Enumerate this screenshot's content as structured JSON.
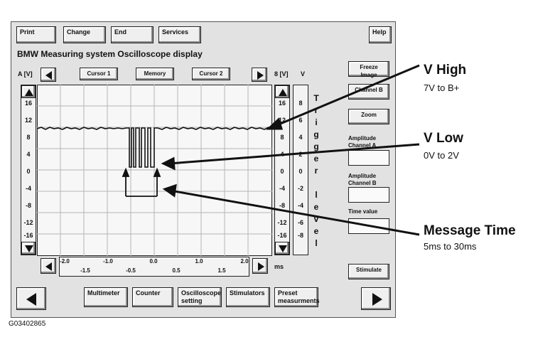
{
  "toolbar": {
    "print": "Print",
    "change": "Change",
    "end": "End",
    "services": "Services",
    "help": "Help"
  },
  "title": "BMW  Measuring system  Oscilloscope display",
  "channel_a_label": "A [V]",
  "channel_b_label": "8 [V]",
  "trigger_v_label": "V",
  "cursor_bar": {
    "cursor1": "Cursor 1",
    "memory": "Memory",
    "cursor2": "Cursor 2"
  },
  "y_axis_a": [
    "16",
    "12",
    "8",
    "4",
    "0",
    "-4",
    "-8",
    "-12",
    "-16"
  ],
  "y_axis_b": [
    "16",
    "12",
    "8",
    "4",
    "0",
    "-4",
    "-8",
    "-12",
    "-16"
  ],
  "y_axis_trigger": [
    "8",
    "6",
    "4",
    "2",
    "0",
    "-2",
    "-4",
    "-6",
    "-8"
  ],
  "trigger_level_text": "Trigger level",
  "right_panel": {
    "freeze_image": "Freeze Image",
    "channel_b": "Channel B",
    "zoom": "Zoom",
    "amplitude_a": "Amplitude Channel A",
    "amplitude_b": "Amplitude Channel B",
    "time_value": "Time value",
    "stimulate": "Stimulate"
  },
  "x_axis": {
    "top": [
      "-2.0",
      "-1.0",
      "0.0",
      "1.0",
      "2.0"
    ],
    "bottom": [
      "-1.5",
      "-0.5",
      "0.5",
      "1.5"
    ],
    "unit": "ms"
  },
  "bottom_bar": {
    "multimeter": "Multimeter",
    "counter": "Counter",
    "oscilloscope_setting": "Oscilloscope setting",
    "stimulators": "Stimulators",
    "preset_measurements": "Preset measurments"
  },
  "callouts": {
    "v_high": {
      "title": "V High",
      "range": "7V to B+"
    },
    "v_low": {
      "title": "V Low",
      "range": "0V to 2V"
    },
    "message_time": {
      "title": "Message Time",
      "range": "5ms to 30ms"
    }
  },
  "figure_code": "G03402865",
  "colors": {
    "panel": "#e2e2e2",
    "button": "#efefef",
    "trace": "#111111"
  }
}
